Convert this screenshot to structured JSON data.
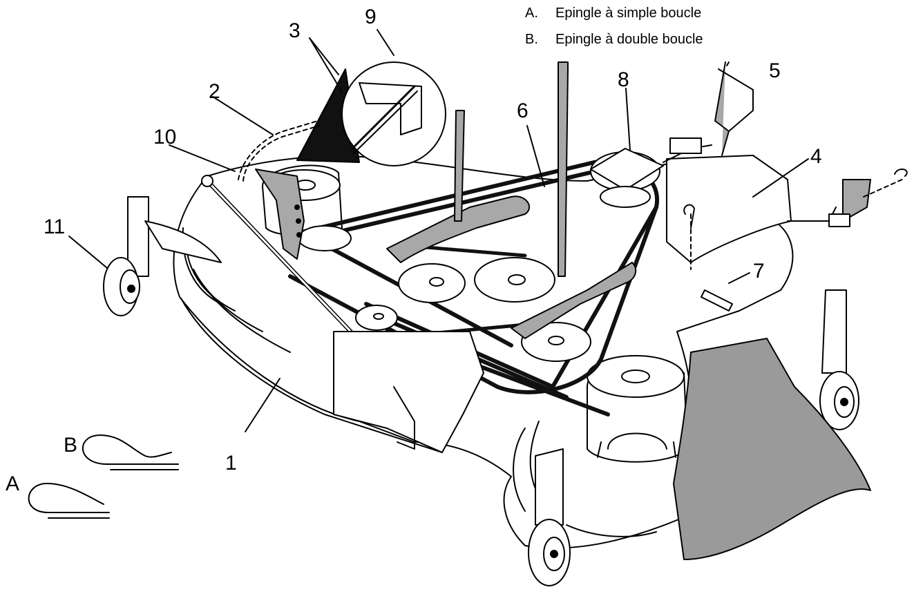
{
  "callouts": {
    "c1": "1",
    "c2": "2",
    "c3": "3",
    "c4": "4",
    "c5": "5",
    "c6": "6",
    "c7": "7",
    "c8": "8",
    "c9": "9",
    "c10": "10",
    "c11": "11"
  },
  "legend": {
    "a": {
      "key": "A.",
      "text": "Epingle à simple boucle"
    },
    "b": {
      "key": "B.",
      "text": "Epingle à double boucle"
    }
  },
  "pin_labels": {
    "a": "A",
    "b": "B"
  },
  "colors": {
    "line": "#000000",
    "fill": "#ffffff",
    "shade": "#a8a8a8",
    "chute": "#9a9a9a",
    "belt": "#111111"
  }
}
